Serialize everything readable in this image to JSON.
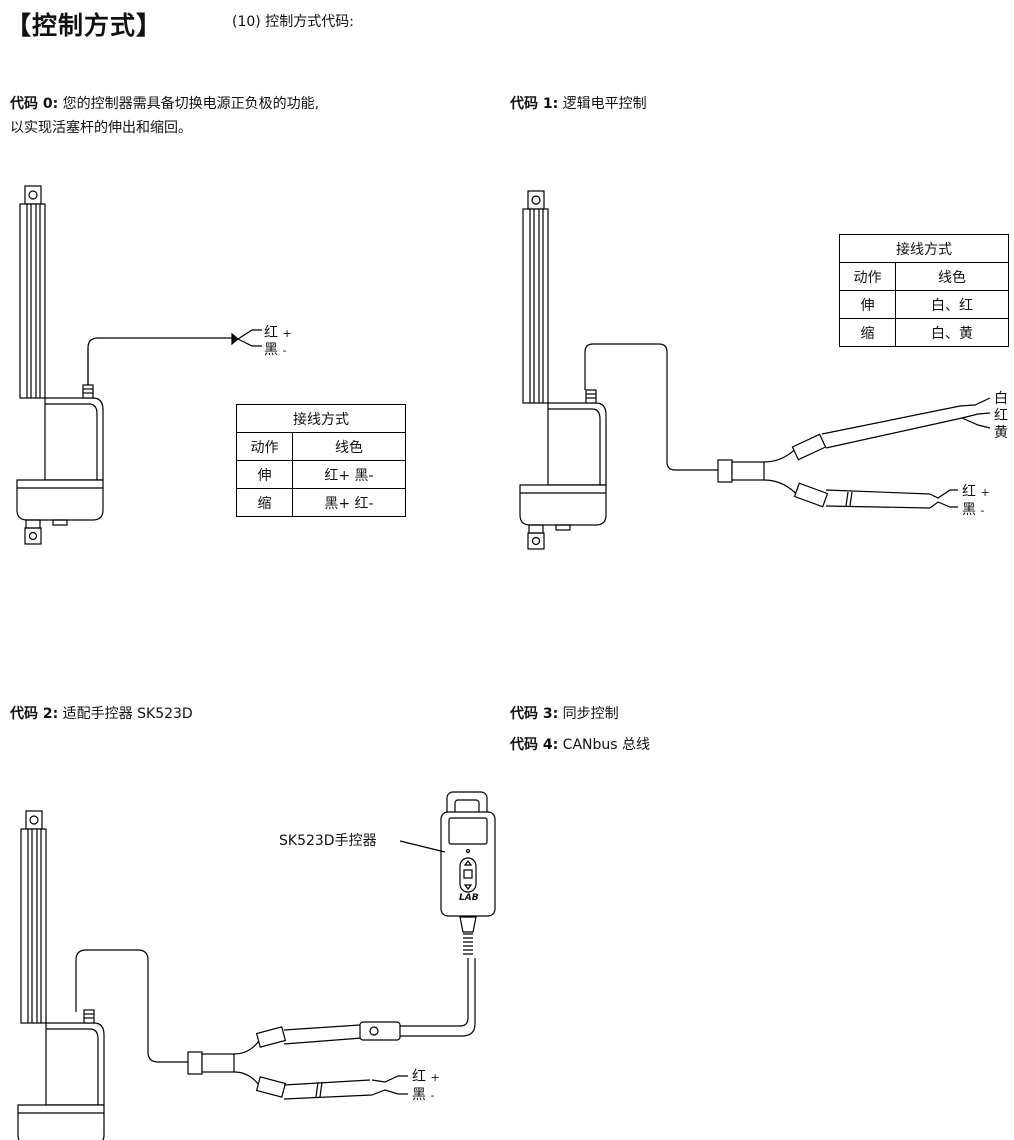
{
  "header": {
    "title": "【控制方式】",
    "subtitle": "(10) 控制方式代码:"
  },
  "code0": {
    "code": "代码 0:",
    "desc1": "您的控制器需具备切换电源正负极的功能,",
    "desc2": "以实现活塞杆的伸出和缩回。",
    "wire_red": "红",
    "wire_black": "黑",
    "plus": "+",
    "minus": "-",
    "table": {
      "title": "接线方式",
      "head": [
        "动作",
        "线色"
      ],
      "rows": [
        [
          "伸",
          "红+ 黑-"
        ],
        [
          "缩",
          "黑+ 红-"
        ]
      ]
    }
  },
  "code1": {
    "code": "代码 1:",
    "desc": "逻辑电平控制",
    "wire_white": "白",
    "wire_red": "红",
    "wire_yellow": "黄",
    "power_red": "红",
    "power_black": "黑",
    "plus": "+",
    "minus": "-",
    "table": {
      "title": "接线方式",
      "head": [
        "动作",
        "线色"
      ],
      "rows": [
        [
          "伸",
          "白、红"
        ],
        [
          "缩",
          "白、黄"
        ]
      ]
    }
  },
  "code2": {
    "code": "代码 2:",
    "desc": "适配手控器 SK523D",
    "controller_label": "SK523D手控器",
    "logo": "LAB",
    "power_red": "红",
    "power_black": "黑",
    "plus": "+",
    "minus": "-"
  },
  "code3": {
    "code": "代码 3:",
    "desc": "同步控制"
  },
  "code4": {
    "code": "代码 4:",
    "desc": "CANbus 总线"
  }
}
